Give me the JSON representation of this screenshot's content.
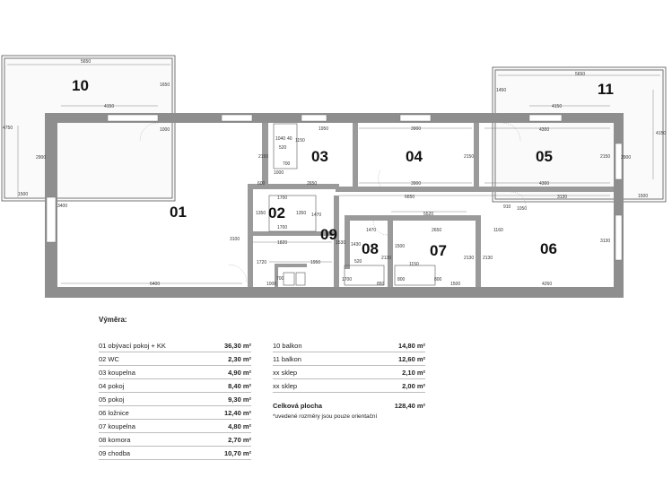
{
  "rooms": {
    "r01": "01",
    "r02": "02",
    "r03": "03",
    "r04": "04",
    "r05": "05",
    "r06": "06",
    "r07": "07",
    "r08": "08",
    "r09": "09",
    "r10": "10",
    "r11": "11"
  },
  "dims": {
    "d5650a": "5650",
    "d1650": "1650",
    "d4750": "4750",
    "d2900a": "2900",
    "d1500a": "1500",
    "d4150a": "4150",
    "d1000a": "1000",
    "d3400": "3400",
    "d3100": "3100",
    "d6400": "6400",
    "d1720": "1720",
    "d1000b": "1000",
    "d700": "700",
    "d1040": "1040",
    "d40": "40",
    "d520a": "520",
    "d1150a": "1150",
    "d2150a": "2150",
    "d1000c": "1000",
    "d700b": "700",
    "d600": "600",
    "d1950a": "1950",
    "d3900a": "3900",
    "d2150b": "2150",
    "d2650a": "2650",
    "d3900b": "3900",
    "d1700a": "1700",
    "d1350a": "1350",
    "d1350b": "1350",
    "d1700b": "1700",
    "d1820": "1820",
    "d1470a": "1470",
    "d1950b": "1950",
    "d5650b": "5650",
    "d1450": "1450",
    "d4150b": "4150",
    "d4300a": "4300",
    "d2150c": "2150",
    "d2900b": "2900",
    "d4300b": "4300",
    "d6650": "6650",
    "d3130a": "3130",
    "d4150c": "4150",
    "d1500b": "1500",
    "d5520": "5520",
    "d1470b": "1470",
    "d910": "910",
    "d1050": "1050",
    "d1160": "1160",
    "d3130b": "3130",
    "d1530": "1530",
    "d1430": "1430",
    "d2650b": "2650",
    "d1500c": "1500",
    "d520b": "520",
    "d2130a": "2130",
    "d1150b": "1150",
    "d2130b": "2130",
    "d2130c": "2130",
    "d1700c": "1700",
    "d850": "850",
    "d800a": "800",
    "d800b": "800",
    "d1500d": "1500",
    "d4260": "4260"
  },
  "legend": {
    "title": "Výměra:",
    "left": [
      {
        "label": "01 obývací pokoj + KK",
        "value": "36,30 m²"
      },
      {
        "label": "02 WC",
        "value": "2,30 m²"
      },
      {
        "label": "03 koupelna",
        "value": "4,90 m²"
      },
      {
        "label": "04 pokoj",
        "value": "8,40 m²"
      },
      {
        "label": "05 pokoj",
        "value": "9,30 m²"
      },
      {
        "label": "06 ložnice",
        "value": "12,40 m²"
      },
      {
        "label": "07 koupelna",
        "value": "4,80 m²"
      },
      {
        "label": "08 komora",
        "value": "2,70 m²"
      },
      {
        "label": "09 chodba",
        "value": "10,70 m²"
      }
    ],
    "right": [
      {
        "label": "10 balkon",
        "value": "14,80 m²"
      },
      {
        "label": "11 balkon",
        "value": "12,60 m²"
      },
      {
        "label": "xx sklep",
        "value": "2,10 m²"
      },
      {
        "label": "xx sklep",
        "value": "2,00 m²"
      }
    ],
    "total_label": "Celková plocha",
    "total_value": "128,40 m²",
    "note": "*uvedené rozměry jsou pouze orientační"
  }
}
